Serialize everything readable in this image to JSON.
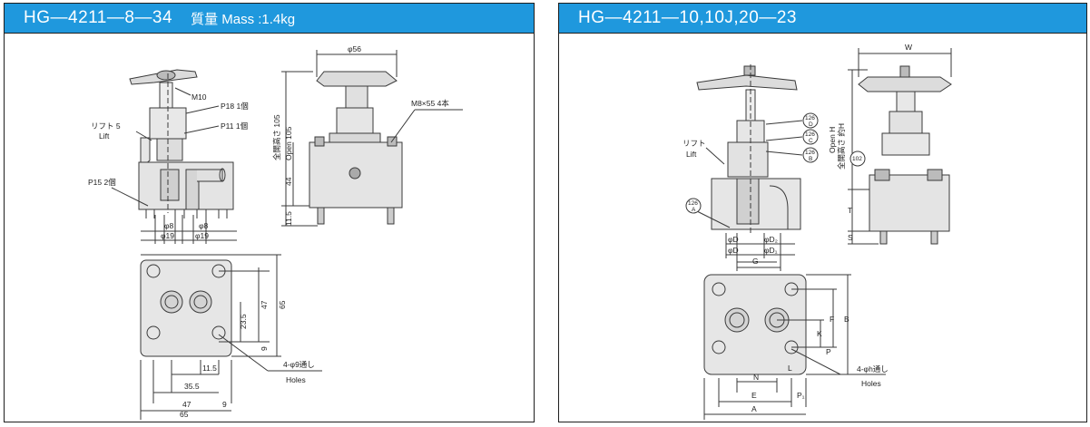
{
  "colors": {
    "title_bar": "#1f98dd",
    "title_text": "#ffffff",
    "border": "#1e1e1e",
    "line": "#3a3a3a"
  },
  "left": {
    "title": "HG—4211—8—34",
    "subtitle": "質量 Mass :1.4kg",
    "labels": {
      "m10": "M10",
      "p18": "P18 1個",
      "p11": "P11 1個",
      "lift_jp": "リフト 5",
      "lift_en": "Lift",
      "p15": "P15 2個",
      "phi8a": "φ8",
      "phi8b": "φ8",
      "phi19a": "φ19",
      "phi19b": "φ19",
      "phi56": "φ56",
      "m8": "M8×55 4本",
      "open_jp": "全開高さ 105",
      "open_en": "Open 105",
      "d44": "44",
      "d11_5": "11.5",
      "d47v": "47",
      "d65v": "65",
      "d23_5": "23.5",
      "d9v": "9",
      "d11_5b": "11.5",
      "d35_5": "35.5",
      "d47h": "47",
      "d9h": "9",
      "d65h": "65",
      "holes_jp": "4-φ9通し",
      "holes_en": "Holes"
    }
  },
  "right": {
    "title": "HG—4211—10,10J,20—23",
    "labels": {
      "w": "W",
      "lift_jp": "リフト",
      "lift_en": "Lift",
      "b126d": "126",
      "b126d_s": "D",
      "b126c": "126",
      "b126c_s": "C",
      "b126b": "126",
      "b126b_s": "B",
      "b102": "102",
      "b126a": "126",
      "b126a_s": "A",
      "open_jp": "全開高さ 約H",
      "open_en": "Open H",
      "t": "T",
      "s": "S",
      "phid": "φD",
      "phid2": "φD₂",
      "phid1": "φD",
      "phid3": "φD₁",
      "g": "G",
      "f": "F",
      "b": "B",
      "k": "K",
      "p": "P",
      "n": "N",
      "l": "L",
      "e": "E",
      "p1": "P₁",
      "a": "A",
      "holes_jp": "4-φh通し",
      "holes_en": "Holes"
    }
  }
}
